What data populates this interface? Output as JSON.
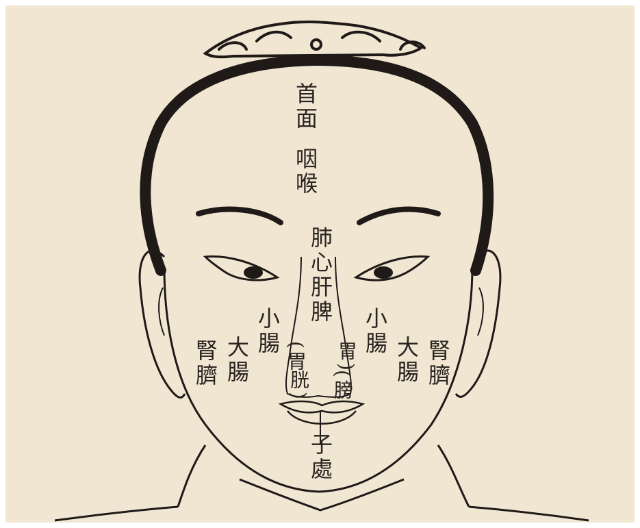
{
  "colors": {
    "paper": "#f1e6d2",
    "ink": "#2a2420",
    "hair": "#1f1a17"
  },
  "labels": {
    "forehead_top": "首面",
    "forehead_mid": "咽喉",
    "nose_column": "肺心肝脾",
    "stomach_l": "(胃",
    "stomach_r": "胃)",
    "bladder_l": "胱)",
    "bladder_r": "(膀",
    "small_int_l": "小腸",
    "small_int_r": "小腸",
    "large_int_l": "大腸",
    "large_int_r": "大腸",
    "kidney_l": "腎臍",
    "kidney_r": "腎臍",
    "chin": "子處"
  }
}
